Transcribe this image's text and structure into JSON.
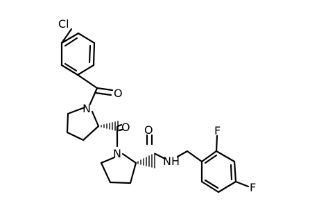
{
  "atom_labels": {
    "chlorine": "Cl",
    "carbonyl_oxygen_1": "O",
    "carbonyl_oxygen_2": "O",
    "carbonyl_oxygen_3": "O",
    "pyrrolidine_nitrogen_1": "N",
    "pyrrolidine_nitrogen_2": "N",
    "amide_nh": "NH",
    "fluorine_ortho": "F",
    "fluorine_para": "F"
  }
}
